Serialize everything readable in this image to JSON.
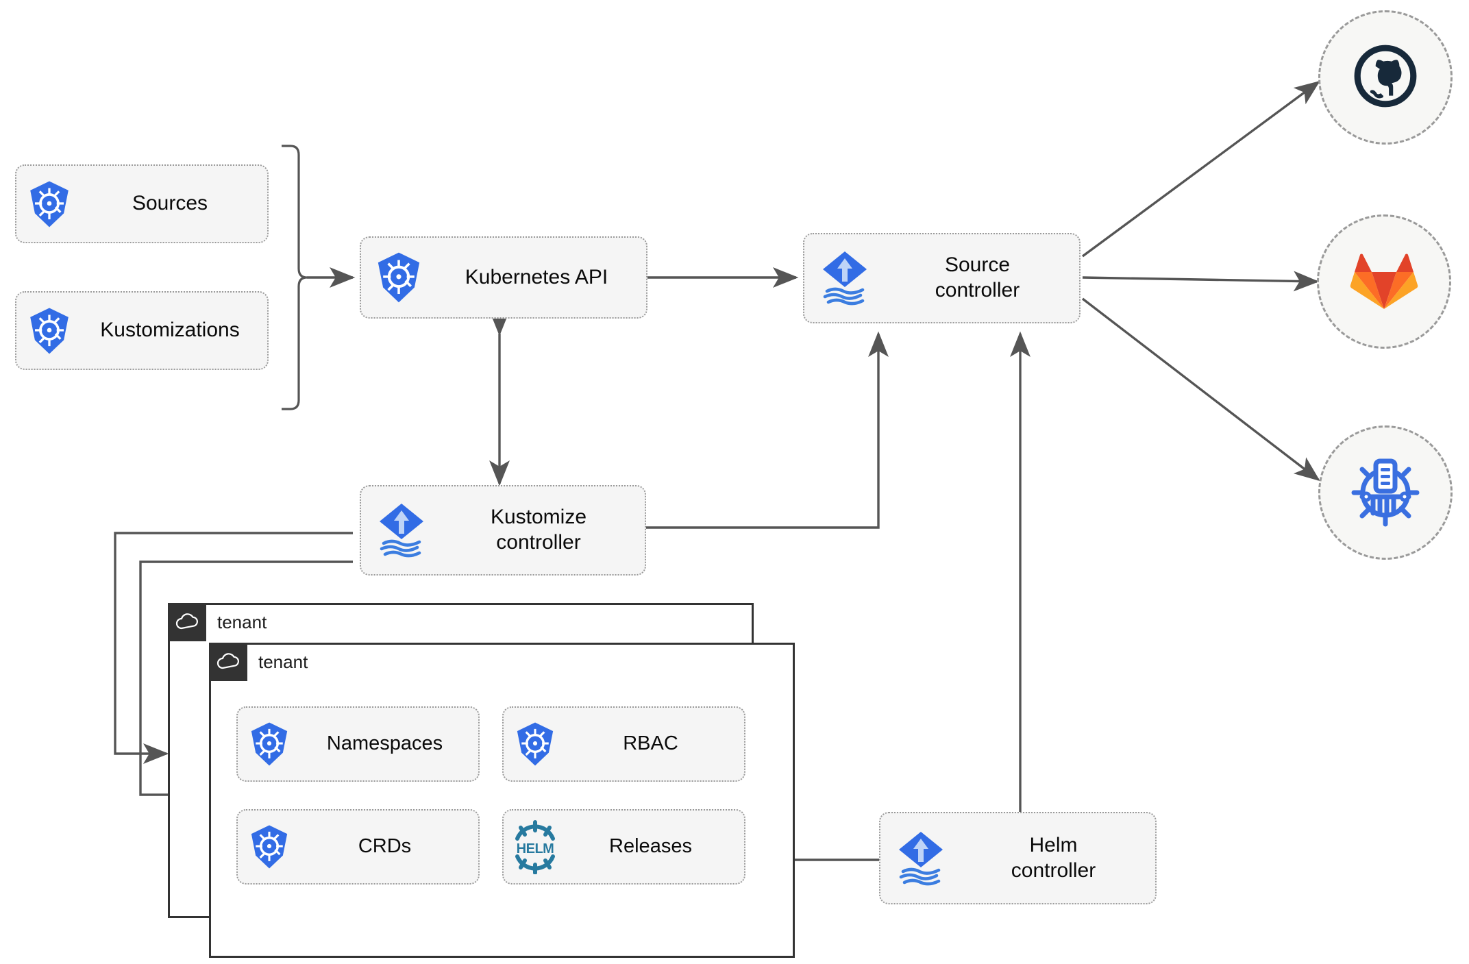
{
  "diagram": {
    "title": "Flux GitOps multi-tenancy architecture",
    "colors": {
      "kubernetes_blue": "#326CE5",
      "flux_blue": "#326CE5",
      "helm_teal": "#277A9F",
      "github_dark": "#17293A",
      "gitlab_orange": "#E24329",
      "gitlab_amber": "#FC9A26",
      "bucket_blue": "#3A6FE0",
      "node_fill": "#F5F5F5",
      "node_border": "#9A9A9A",
      "wire": "#555555",
      "tenant_border": "#333333",
      "tenant_bar": "#333333"
    }
  },
  "resources": [
    {
      "id": "sources",
      "label": "Sources",
      "icon": "kubernetes-icon"
    },
    {
      "id": "kustomizations",
      "label": "Kustomizations",
      "icon": "kubernetes-icon"
    }
  ],
  "controllers": [
    {
      "id": "kubernetes-api",
      "label": "Kubernetes API",
      "icon": "kubernetes-icon"
    },
    {
      "id": "source-controller",
      "label": "Source\ncontroller",
      "icon": "flux-icon"
    },
    {
      "id": "kustomize-controller",
      "label": "Kustomize\ncontroller",
      "icon": "flux-icon"
    },
    {
      "id": "helm-controller",
      "label": "Helm\ncontroller",
      "icon": "flux-icon"
    }
  ],
  "endpoints": [
    {
      "id": "github",
      "label": "github-icon",
      "icon": "github-icon"
    },
    {
      "id": "gitlab",
      "label": "gitlab-icon",
      "icon": "gitlab-icon"
    },
    {
      "id": "bucket",
      "label": "helm-repository-icon",
      "icon": "helm-repository-icon"
    }
  ],
  "tenants": [
    {
      "id": "tenant-outer",
      "label": "tenant",
      "icon": "cloud-icon"
    },
    {
      "id": "tenant-inner",
      "label": "tenant",
      "icon": "cloud-icon"
    }
  ],
  "tenant_resources": [
    {
      "id": "namespaces",
      "label": "Namespaces",
      "icon": "kubernetes-icon"
    },
    {
      "id": "rbac",
      "label": "RBAC",
      "icon": "kubernetes-icon"
    },
    {
      "id": "crds",
      "label": "CRDs",
      "icon": "kubernetes-icon"
    },
    {
      "id": "releases",
      "label": "Releases",
      "icon": "helm-icon"
    }
  ]
}
